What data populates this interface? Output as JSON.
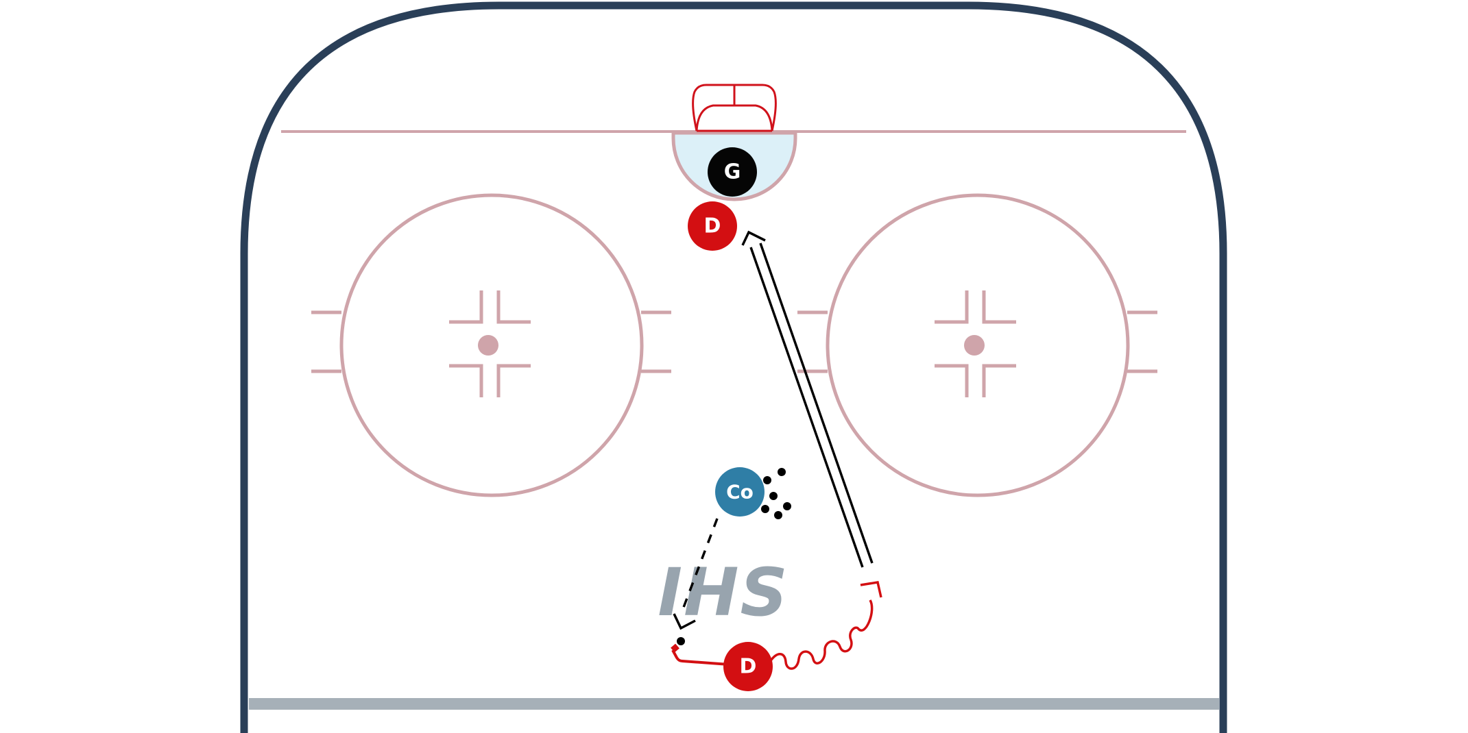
{
  "colors": {
    "boards": "#2a3f58",
    "ice": "#ffffff",
    "markings": "#cfa4aa",
    "goal_line": "#cfa4aa",
    "crease_fill": "#dcf0f8",
    "net": "#d0121b",
    "blue_line": "#a6b0b8",
    "defense": "#d30f12",
    "goalie": "#050505",
    "coach": "#2f7ea6",
    "pass": "#000000",
    "skate": "#d30f12",
    "logo": "#98a4ae",
    "pucks": "#000000"
  },
  "players": {
    "goalie": {
      "label": "G"
    },
    "defense_top": {
      "label": "D"
    },
    "defense_bottom": {
      "label": "D"
    },
    "coach": {
      "label": "Co"
    }
  },
  "logo": {
    "text": "IHS"
  }
}
